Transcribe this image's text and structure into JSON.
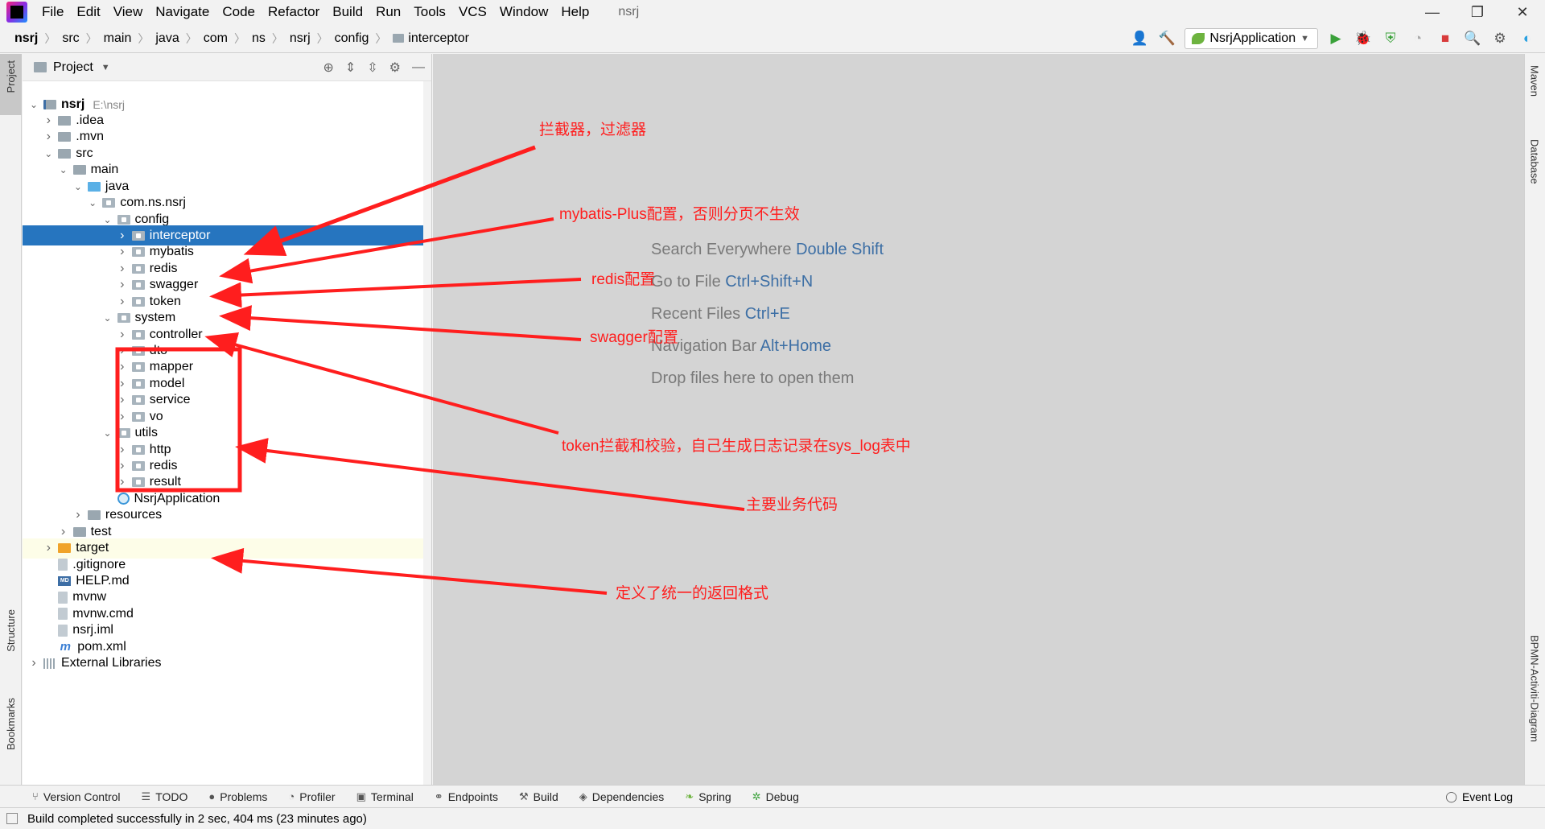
{
  "menubar": {
    "items": [
      "File",
      "Edit",
      "View",
      "Navigate",
      "Code",
      "Refactor",
      "Build",
      "Run",
      "Tools",
      "VCS",
      "Window",
      "Help"
    ],
    "project_name": "nsrj"
  },
  "breadcrumb": [
    "nsrj",
    "src",
    "main",
    "java",
    "com",
    "ns",
    "nsrj",
    "config",
    "interceptor"
  ],
  "run_config": {
    "label": "NsrjApplication"
  },
  "left_tabs": {
    "project": "Project",
    "structure": "Structure",
    "bookmarks": "Bookmarks"
  },
  "right_tabs": {
    "maven": "Maven",
    "database": "Database",
    "bpmn": "BPMN-Activiti-Diagram"
  },
  "project_panel": {
    "title": "Project"
  },
  "tree": [
    {
      "label": "nsrj",
      "hint": "E:\\nsrj",
      "depth": 0,
      "expanded": true,
      "icon": "module",
      "bold": true
    },
    {
      "label": ".idea",
      "depth": 1,
      "expanded": false,
      "icon": "folder"
    },
    {
      "label": ".mvn",
      "depth": 1,
      "expanded": false,
      "icon": "folder"
    },
    {
      "label": "src",
      "depth": 1,
      "expanded": true,
      "icon": "folder"
    },
    {
      "label": "main",
      "depth": 2,
      "expanded": true,
      "icon": "folder"
    },
    {
      "label": "java",
      "depth": 3,
      "expanded": true,
      "icon": "src-folder"
    },
    {
      "label": "com.ns.nsrj",
      "depth": 4,
      "expanded": true,
      "icon": "pkg"
    },
    {
      "label": "config",
      "depth": 5,
      "expanded": true,
      "icon": "pkg"
    },
    {
      "label": "interceptor",
      "depth": 6,
      "expanded": false,
      "icon": "pkg",
      "selected": true
    },
    {
      "label": "mybatis",
      "depth": 6,
      "expanded": false,
      "icon": "pkg"
    },
    {
      "label": "redis",
      "depth": 6,
      "expanded": false,
      "icon": "pkg"
    },
    {
      "label": "swagger",
      "depth": 6,
      "expanded": false,
      "icon": "pkg"
    },
    {
      "label": "token",
      "depth": 6,
      "expanded": false,
      "icon": "pkg"
    },
    {
      "label": "system",
      "depth": 5,
      "expanded": true,
      "icon": "pkg"
    },
    {
      "label": "controller",
      "depth": 6,
      "expanded": false,
      "icon": "pkg"
    },
    {
      "label": "dto",
      "depth": 6,
      "expanded": false,
      "icon": "pkg"
    },
    {
      "label": "mapper",
      "depth": 6,
      "expanded": false,
      "icon": "pkg"
    },
    {
      "label": "model",
      "depth": 6,
      "expanded": false,
      "icon": "pkg"
    },
    {
      "label": "service",
      "depth": 6,
      "expanded": false,
      "icon": "pkg"
    },
    {
      "label": "vo",
      "depth": 6,
      "expanded": false,
      "icon": "pkg"
    },
    {
      "label": "utils",
      "depth": 5,
      "expanded": true,
      "icon": "pkg"
    },
    {
      "label": "http",
      "depth": 6,
      "expanded": false,
      "icon": "pkg"
    },
    {
      "label": "redis",
      "depth": 6,
      "expanded": false,
      "icon": "pkg"
    },
    {
      "label": "result",
      "depth": 6,
      "expanded": false,
      "icon": "pkg"
    },
    {
      "label": "NsrjApplication",
      "depth": 5,
      "leaf": true,
      "icon": "spring"
    },
    {
      "label": "resources",
      "depth": 3,
      "expanded": false,
      "icon": "folder"
    },
    {
      "label": "test",
      "depth": 2,
      "expanded": false,
      "icon": "folder"
    },
    {
      "label": "target",
      "depth": 1,
      "expanded": false,
      "icon": "orange",
      "excluded": true
    },
    {
      "label": ".gitignore",
      "depth": 1,
      "leaf": true,
      "icon": "file"
    },
    {
      "label": "HELP.md",
      "depth": 1,
      "leaf": true,
      "icon": "md"
    },
    {
      "label": "mvnw",
      "depth": 1,
      "leaf": true,
      "icon": "file"
    },
    {
      "label": "mvnw.cmd",
      "depth": 1,
      "leaf": true,
      "icon": "file"
    },
    {
      "label": "nsrj.iml",
      "depth": 1,
      "leaf": true,
      "icon": "file"
    },
    {
      "label": "pom.xml",
      "depth": 1,
      "leaf": true,
      "icon": "maven"
    },
    {
      "label": "External Libraries",
      "depth": 0,
      "expanded": false,
      "icon": "libs"
    }
  ],
  "editor_hints": [
    {
      "text": "Search Everywhere",
      "key": "Double Shift"
    },
    {
      "text": "Go to File",
      "key": "Ctrl+Shift+N"
    },
    {
      "text": "Recent Files",
      "key": "Ctrl+E"
    },
    {
      "text": "Navigation Bar",
      "key": "Alt+Home"
    },
    {
      "text": "Drop files here to open them",
      "key": ""
    }
  ],
  "annotations": {
    "interceptor": "拦截器，过滤器",
    "mybatis": "mybatis-Plus配置，否则分页不生效",
    "redis": "redis配置",
    "swagger": "swagger配置",
    "token": "token拦截和校验，自己生成日志记录在sys_log表中",
    "main_code": "主要业务代码",
    "result": "定义了统一的返回格式",
    "color": "#ff1e1e"
  },
  "bottom_tabs": [
    "Version Control",
    "TODO",
    "Problems",
    "Profiler",
    "Terminal",
    "Endpoints",
    "Build",
    "Dependencies",
    "Spring",
    "Debug"
  ],
  "event_log": "Event Log",
  "status": "Build completed successfully in 2 sec, 404 ms (23 minutes ago)"
}
